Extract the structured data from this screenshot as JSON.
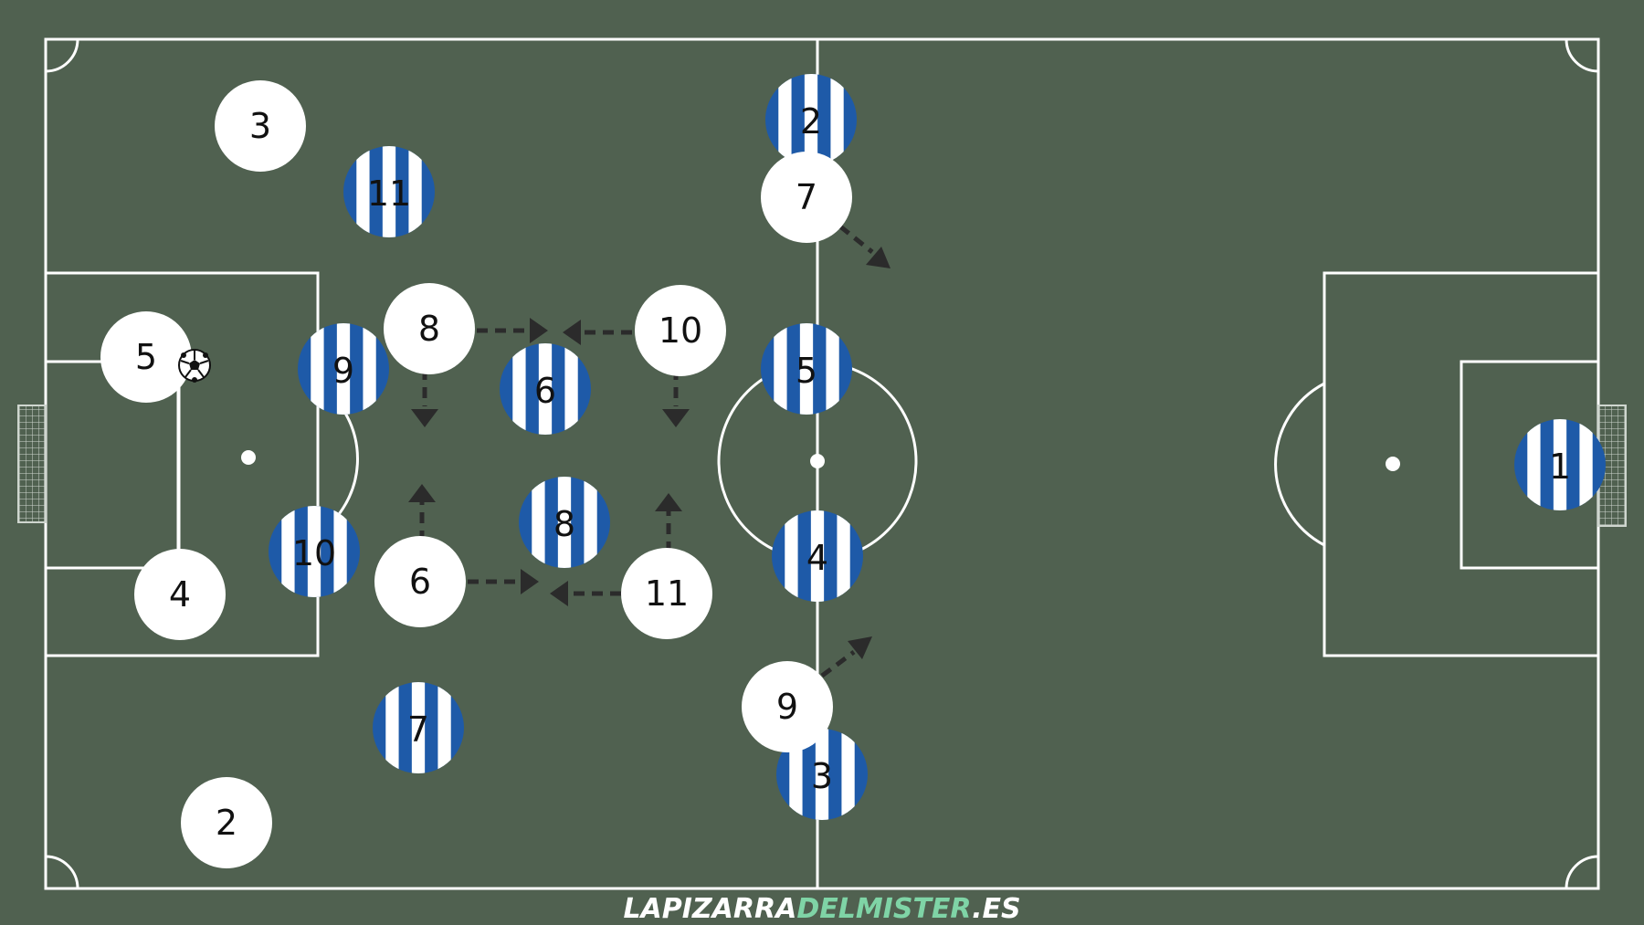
{
  "watermark": {
    "part1": "LAPIZARRA",
    "part2": "DELMISTER",
    "part3": ".ES",
    "color_light": "#ffffff",
    "color_accent": "#7fd4a6"
  },
  "colors": {
    "pitch": "#506150",
    "lines": "#ffffff",
    "white_team": "#ffffff",
    "striped_team_blue": "#1e5aa8",
    "striped_team_white": "#ffffff",
    "arrows": "#2b2b2b"
  },
  "white_team": {
    "label": "white-team",
    "players": [
      {
        "number": "3"
      },
      {
        "number": "7"
      },
      {
        "number": "8"
      },
      {
        "number": "10"
      },
      {
        "number": "5"
      },
      {
        "number": "6"
      },
      {
        "number": "11"
      },
      {
        "number": "4"
      },
      {
        "number": "9"
      },
      {
        "number": "2"
      }
    ]
  },
  "striped_team": {
    "label": "striped-team",
    "players": [
      {
        "number": "2"
      },
      {
        "number": "11"
      },
      {
        "number": "9"
      },
      {
        "number": "6"
      },
      {
        "number": "5"
      },
      {
        "number": "8"
      },
      {
        "number": "10"
      },
      {
        "number": "4"
      },
      {
        "number": "7"
      },
      {
        "number": "3"
      },
      {
        "number": "1"
      }
    ]
  },
  "ball": {
    "icon": "soccer-ball-icon",
    "holder": "5"
  }
}
